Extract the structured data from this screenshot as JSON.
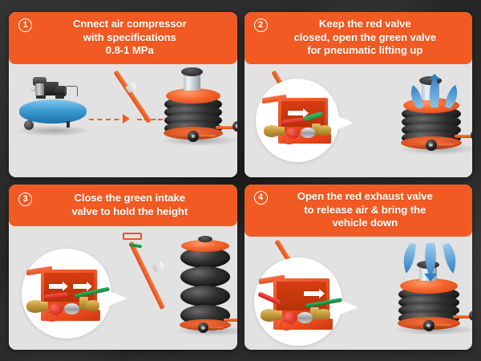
{
  "background": {
    "color": "#2b2b2b"
  },
  "theme": {
    "header_orange": "#f15a22",
    "panel_gray": "#e2e2e2",
    "arrow_blue": "#3f8fd2",
    "valve_red": "#d42a17",
    "valve_green": "#17974a",
    "dashed_orange": "#f1601f"
  },
  "panels": [
    {
      "number": "1",
      "badge_glyph": "1",
      "text": "Cnnect air compressor\nwith specifications\n0.8-1 MPa",
      "lines": [
        "Cnnect air compressor",
        "with specifications",
        "0.8-1 MPa"
      ],
      "illustration": "air-compressor-connected-to-collapsed-pneumatic-jack",
      "objects": [
        "blue-air-compressor",
        "dashed-orange-arrow",
        "orange-pneumatic-jack-collapsed"
      ]
    },
    {
      "number": "2",
      "badge_glyph": "2",
      "text": "Keep the red valve\nclosed, open the green valve\nfor pneumatic lifting up",
      "lines": [
        "Keep the red valve",
        "closed, open the green valve",
        "for pneumatic lifting up"
      ],
      "illustration": "valve-closeup-with-jack-lifting-up",
      "objects": [
        "valve-callout-bubble",
        "blue-up-arrows",
        "orange-pneumatic-jack-partially-raised"
      ]
    },
    {
      "number": "3",
      "badge_glyph": "3",
      "text": "Close the green intake\nvalve to hold the height",
      "lines": [
        "Close the green intake",
        "valve to hold the height"
      ],
      "illustration": "valve-closeup-with-jack-fully-extended",
      "objects": [
        "valve-callout-bubble",
        "orange-pneumatic-jack-fully-extended"
      ]
    },
    {
      "number": "4",
      "badge_glyph": "4",
      "text": "Open the red exhaust valve\nto release air & bring the\nvehicle down",
      "lines": [
        "Open the red exhaust valve",
        "to release air & bring the",
        "vehicle down"
      ],
      "illustration": "valve-closeup-with-jack-lowering",
      "objects": [
        "valve-callout-bubble",
        "blue-down-arrows",
        "orange-pneumatic-jack-collapsed"
      ]
    }
  ]
}
